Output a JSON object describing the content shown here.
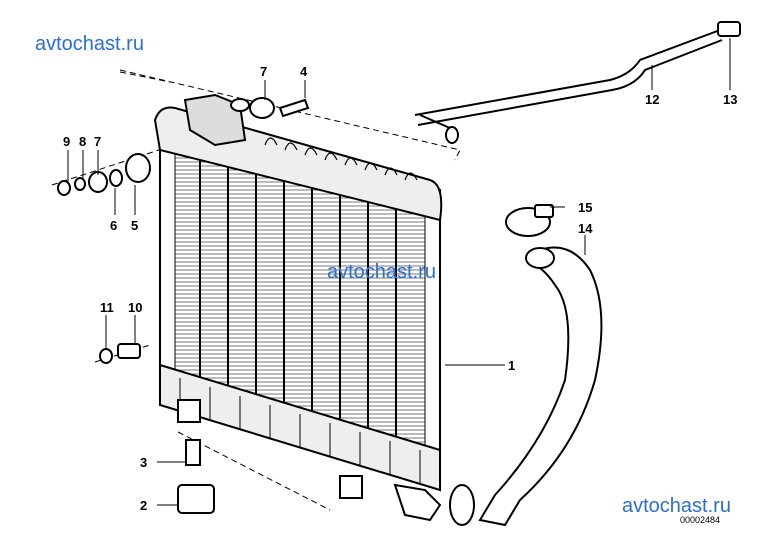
{
  "watermarks": [
    {
      "text": "avtochast.ru"
    },
    {
      "text": "avtochast.ru"
    },
    {
      "text": "avtochast.ru"
    }
  ],
  "watermark_color": "#2a6fd6",
  "diagram_code": "00002484",
  "callouts": [
    {
      "label": "1"
    },
    {
      "label": "2"
    },
    {
      "label": "3"
    },
    {
      "label": "4"
    },
    {
      "label": "5"
    },
    {
      "label": "6"
    },
    {
      "label": "7"
    },
    {
      "label": "7"
    },
    {
      "label": "8"
    },
    {
      "label": "9"
    },
    {
      "label": "10"
    },
    {
      "label": "11"
    },
    {
      "label": "12"
    },
    {
      "label": "13"
    },
    {
      "label": "14"
    },
    {
      "label": "15"
    }
  ]
}
